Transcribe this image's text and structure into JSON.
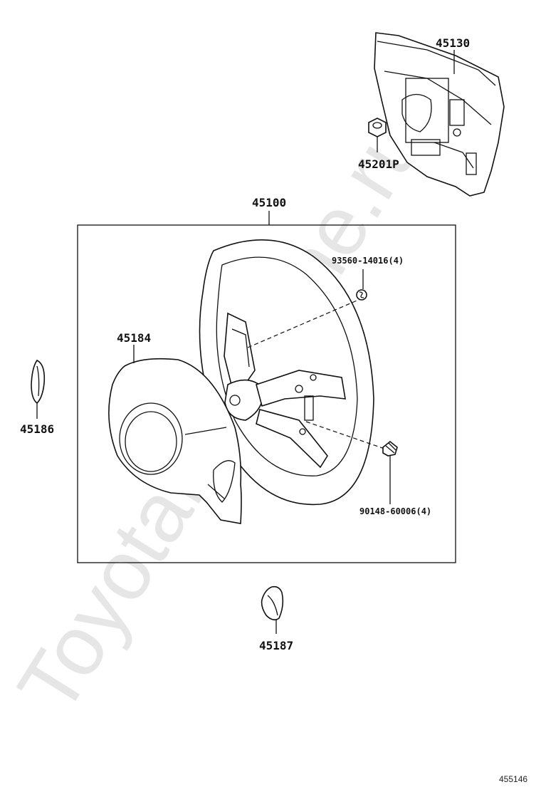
{
  "watermark": "ToyotaPartMine.ru",
  "diagram_ref": "455146",
  "parts": {
    "horn_pad": "45130",
    "nut": "45201P",
    "wheel_assy": "45100",
    "screw": "93560-14016(4)",
    "cover_lower": "45184",
    "cover_left": "45186",
    "clip": "90148-60006(4)",
    "cover_right": "45187"
  }
}
